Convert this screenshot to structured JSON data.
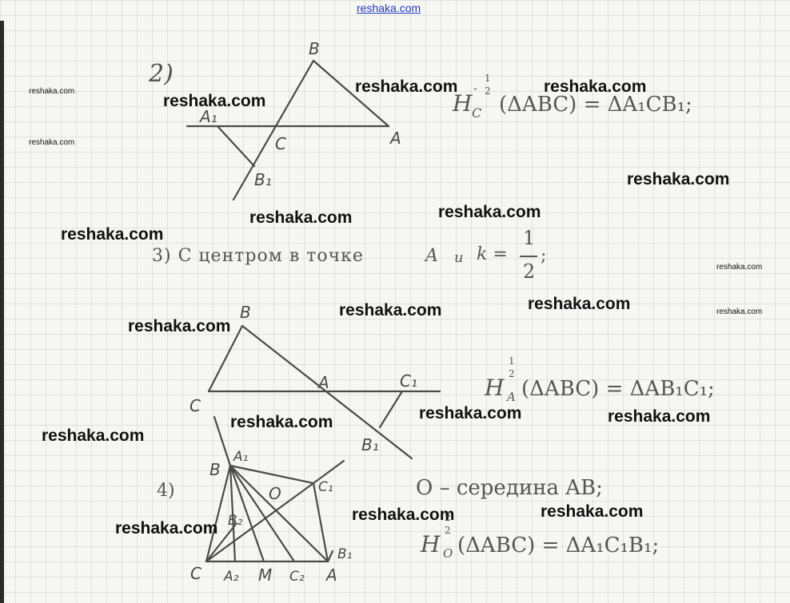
{
  "header": {
    "site_link": "reshaka.com"
  },
  "watermark": {
    "text": "reshaka.com"
  },
  "item2": {
    "number": "2)",
    "labels": {
      "B": "B",
      "A1": "A₁",
      "C": "C",
      "A": "A",
      "B1": "B₁"
    },
    "formula": {
      "H": "H",
      "sub": "C",
      "sup_num": "1",
      "sup_den": "2",
      "sup_sign": "-",
      "body": "(ΔABC) = ΔA₁CB₁;"
    }
  },
  "item3": {
    "line_prefix": "3) С центром в точке",
    "point": "A",
    "conj": "и",
    "k": "k =",
    "frac_num": "1",
    "frac_den": "2",
    "line_end": ";",
    "labels": {
      "B": "B",
      "C": "C",
      "A": "A",
      "C1": "C₁",
      "B1": "B₁"
    },
    "formula": {
      "H": "H",
      "sub": "A",
      "sup_num": "1",
      "sup_den": "2",
      "body": "(ΔABC) = ΔAB₁C₁;"
    }
  },
  "item4": {
    "number": "4)",
    "statement": "O – середина AB;",
    "labels": {
      "B": "B",
      "A1": "A₁",
      "O": "O",
      "C1": "C₁",
      "B2": "B₂",
      "B1": "B₁",
      "C": "C",
      "A2": "A₂",
      "M": "M",
      "C2": "C₂",
      "A": "A"
    },
    "formula": {
      "H": "H",
      "sub": "O",
      "sup_num": "2",
      "sup_den": "2",
      "body": "(ΔABC) = ΔA₁C₁B₁;"
    }
  }
}
